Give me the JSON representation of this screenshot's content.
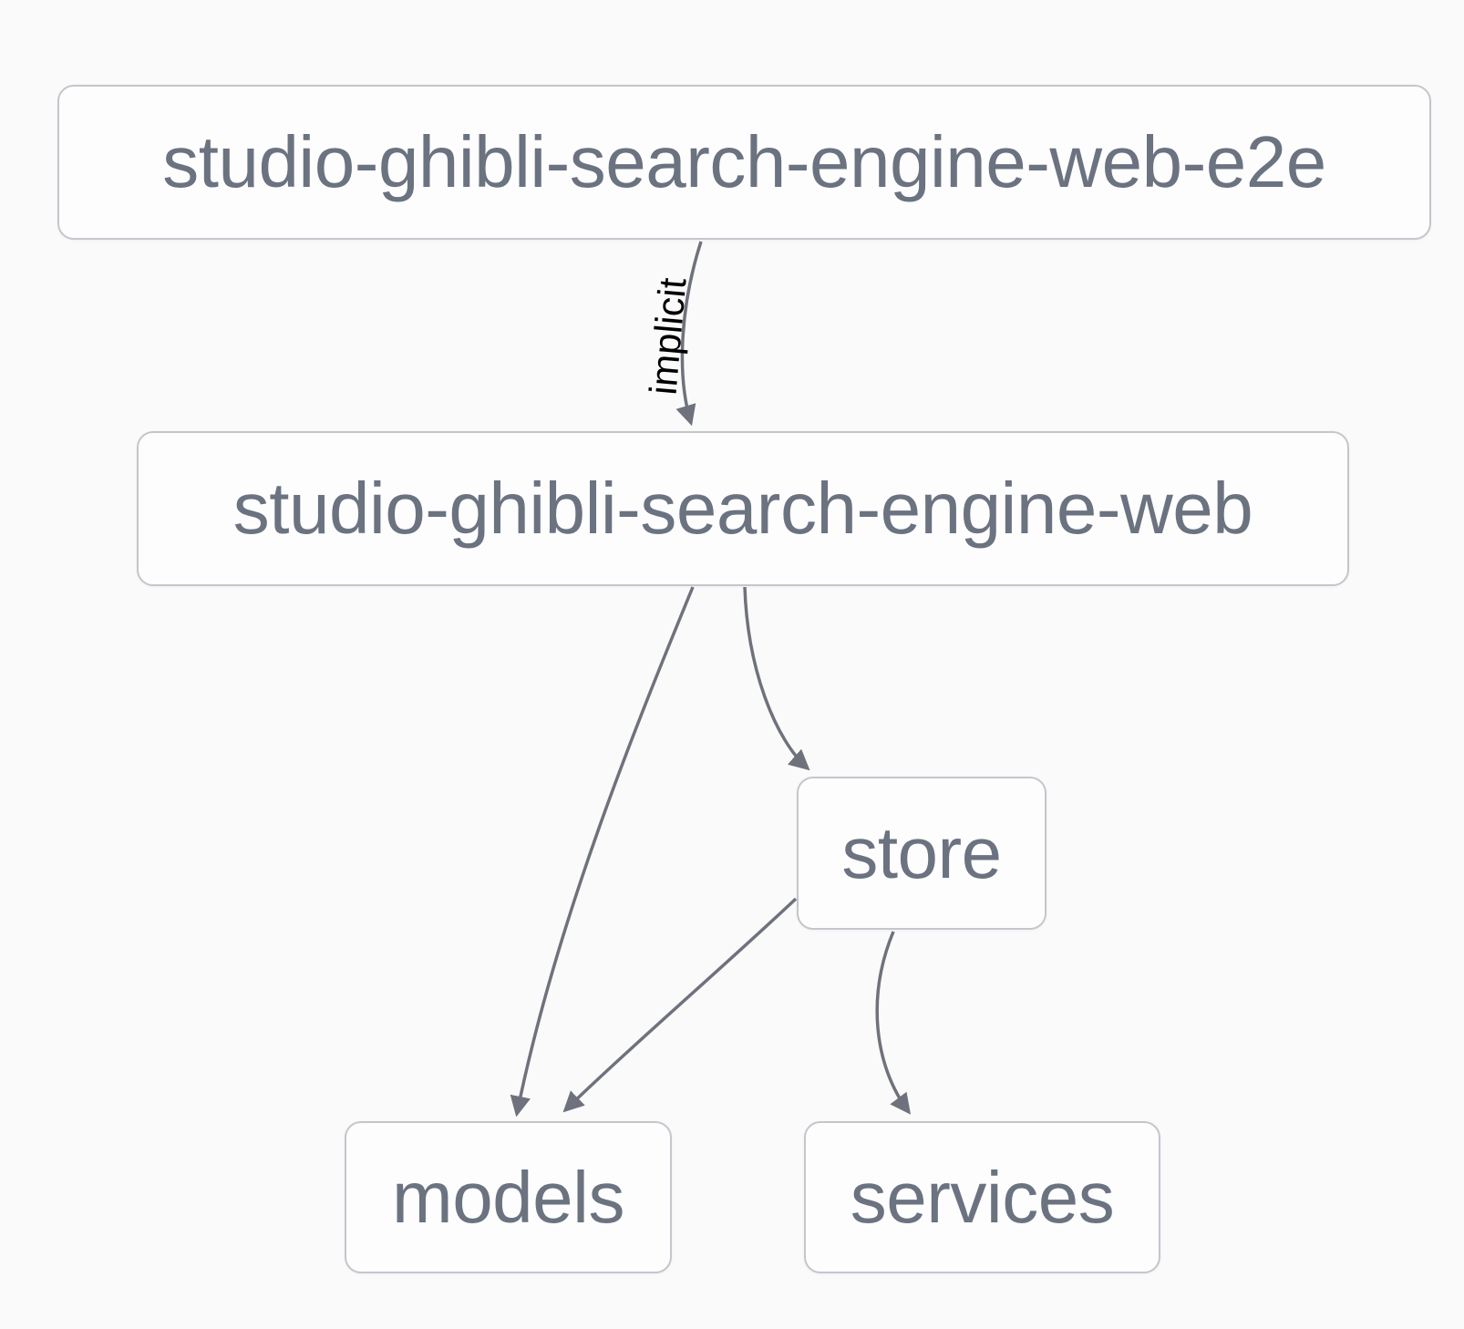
{
  "diagram": {
    "type": "dependency-graph",
    "nodes": [
      {
        "id": "studio-ghibli-search-engine-web-e2e",
        "label": "studio-ghibli-search-engine-web-e2e"
      },
      {
        "id": "studio-ghibli-search-engine-web",
        "label": "studio-ghibli-search-engine-web"
      },
      {
        "id": "store",
        "label": "store"
      },
      {
        "id": "models",
        "label": "models"
      },
      {
        "id": "services",
        "label": "services"
      }
    ],
    "edges": [
      {
        "from": "studio-ghibli-search-engine-web-e2e",
        "to": "studio-ghibli-search-engine-web",
        "label": "implicit"
      },
      {
        "from": "studio-ghibli-search-engine-web",
        "to": "models",
        "label": ""
      },
      {
        "from": "studio-ghibli-search-engine-web",
        "to": "store",
        "label": ""
      },
      {
        "from": "store",
        "to": "models",
        "label": ""
      },
      {
        "from": "store",
        "to": "services",
        "label": ""
      }
    ],
    "colors": {
      "background": "#fafafa",
      "node_fill": "#fdfdfe",
      "node_border": "#c3c6cc",
      "node_text": "#6b7280",
      "edge": "#6f727c",
      "edge_label_text": "#000000"
    }
  }
}
